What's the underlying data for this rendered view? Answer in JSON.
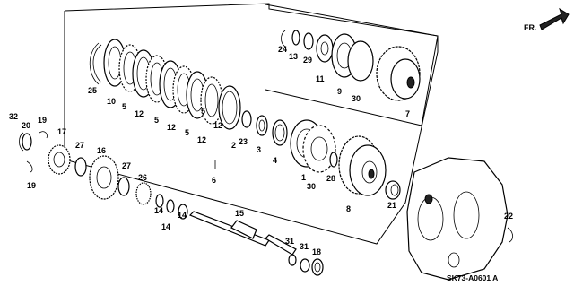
{
  "diagram": {
    "code": "SK73-A0601 A",
    "direction_label": "FR.",
    "callouts": [
      "1",
      "2",
      "3",
      "4",
      "5",
      "5",
      "5",
      "5",
      "6",
      "7",
      "8",
      "9",
      "10",
      "11",
      "12",
      "12",
      "12",
      "12",
      "13",
      "14",
      "14",
      "14",
      "15",
      "16",
      "17",
      "18",
      "19",
      "19",
      "20",
      "21",
      "22",
      "23",
      "24",
      "25",
      "26",
      "27",
      "27",
      "28",
      "29",
      "30",
      "30",
      "31",
      "31",
      "32"
    ]
  }
}
